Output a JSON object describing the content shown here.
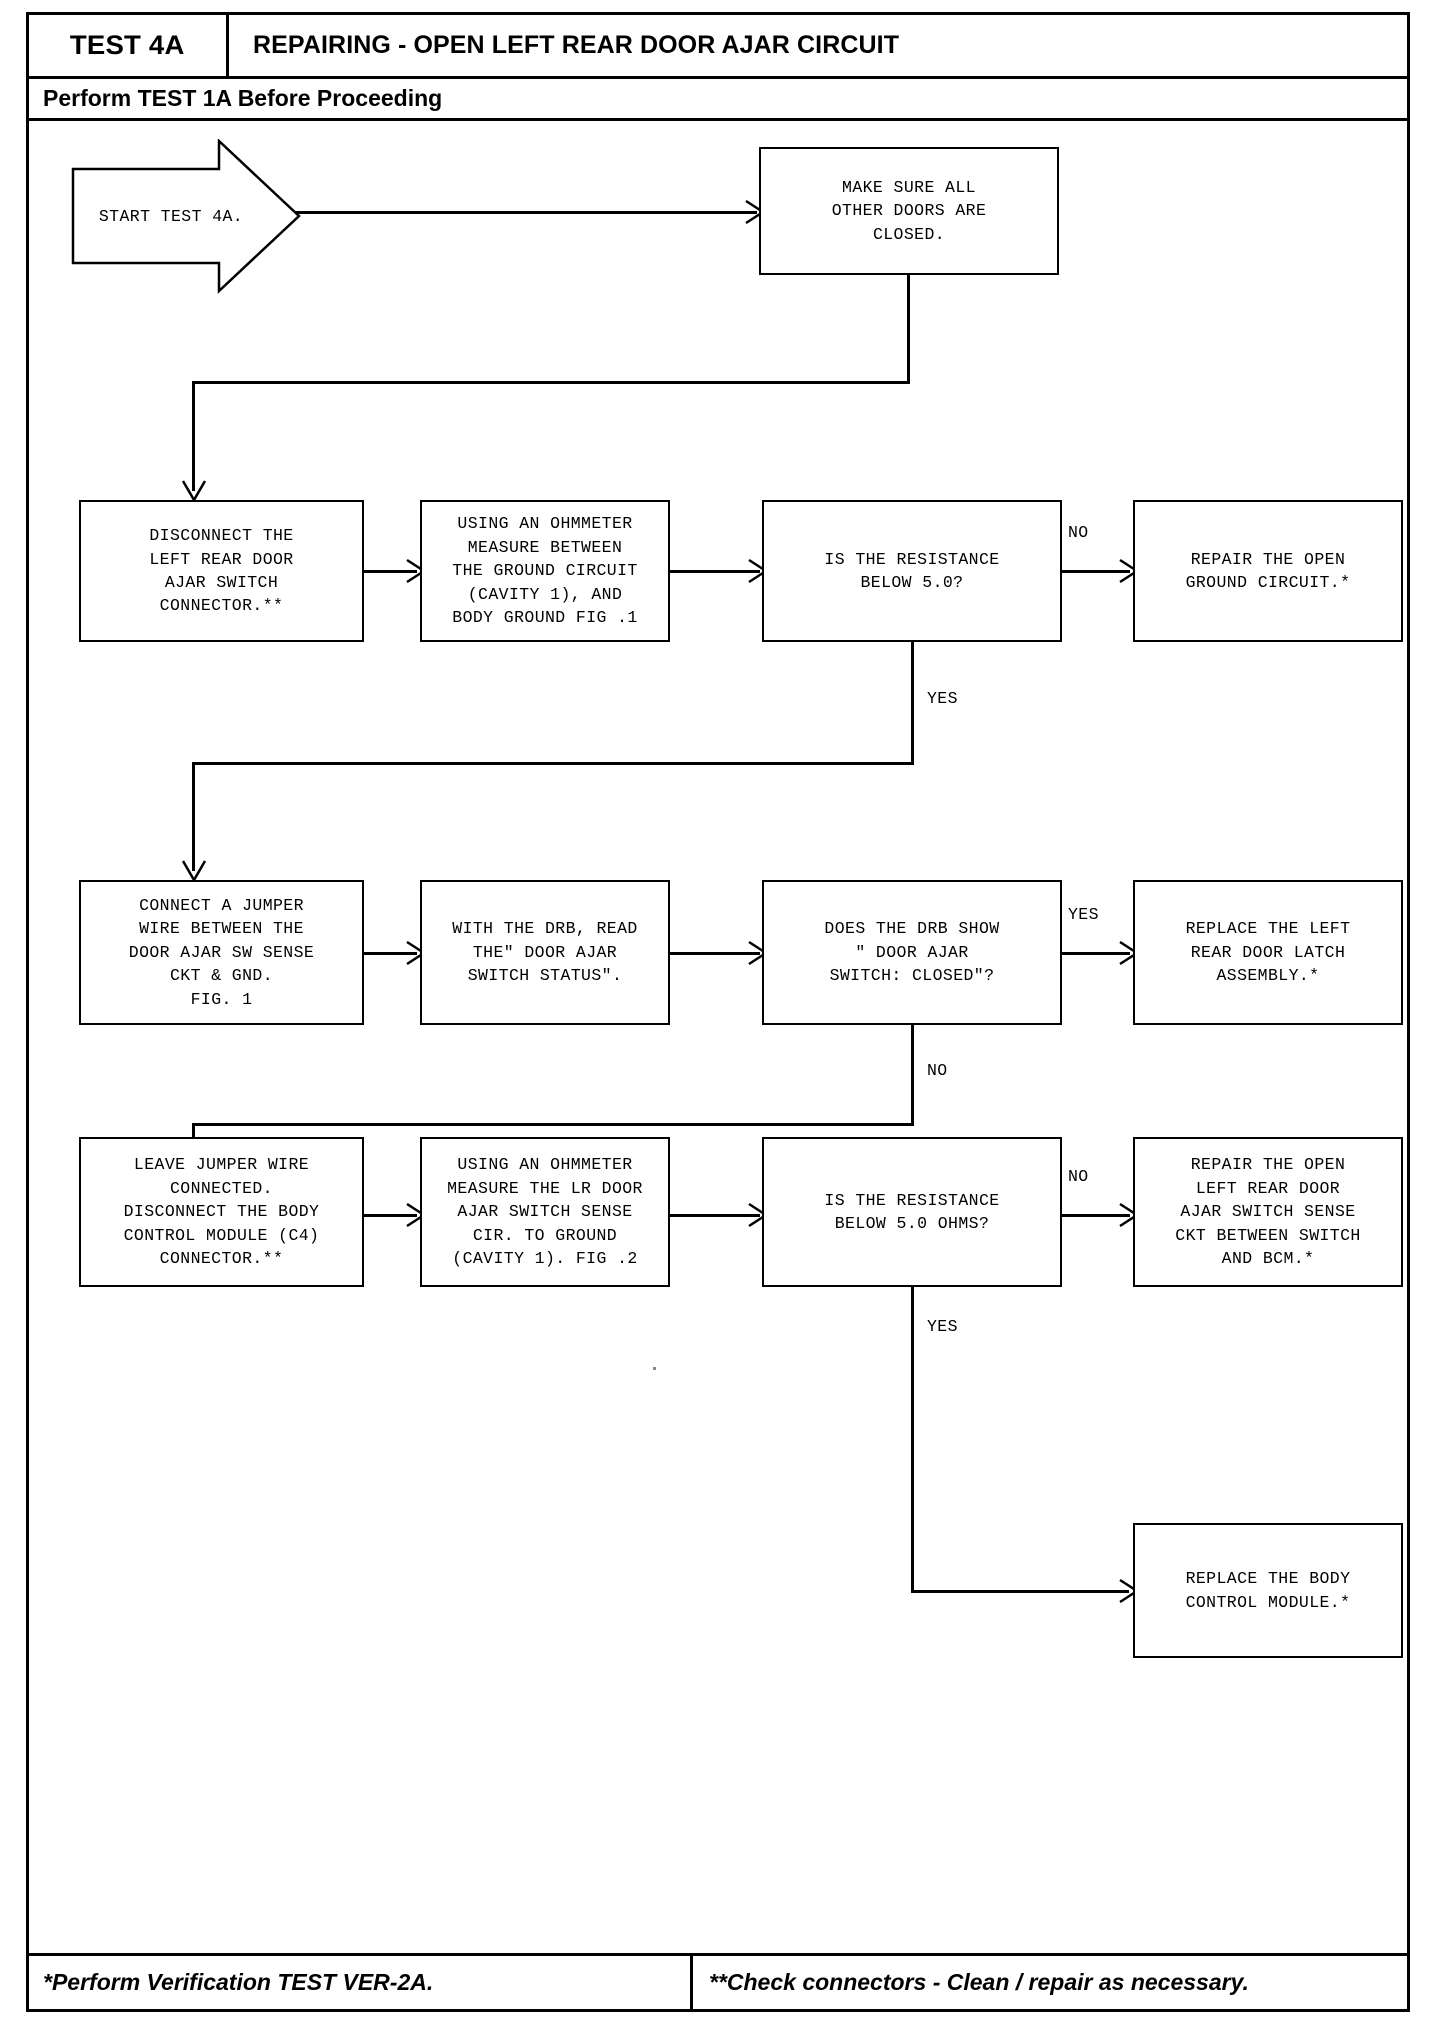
{
  "header": {
    "test_id": "TEST 4A",
    "title": "REPAIRING - OPEN LEFT REAR DOOR AJAR CIRCUIT",
    "subtitle": "Perform TEST 1A Before Proceeding"
  },
  "footer": {
    "left_note": "*Perform Verification TEST VER-2A.",
    "right_note": "**Check connectors - Clean / repair as necessary."
  },
  "flow": {
    "start": {
      "label": "START TEST 4A."
    },
    "nodes": {
      "make_sure_doors_closed": "MAKE SURE ALL\nOTHER DOORS ARE\nCLOSED.",
      "disconnect_switch_connector": "DISCONNECT THE\nLEFT REAR DOOR\nAJAR SWITCH\nCONNECTOR.**",
      "measure_ground_circuit": "USING AN OHMMETER\nMEASURE BETWEEN\nTHE GROUND CIRCUIT\n(CAVITY 1), AND\nBODY GROUND FIG .1",
      "resistance_below_5": "IS THE RESISTANCE\nBELOW 5.0?",
      "repair_open_ground": "REPAIR THE OPEN\nGROUND CIRCUIT.*",
      "connect_jumper_wire": "CONNECT A JUMPER\nWIRE BETWEEN THE\nDOOR AJAR SW SENSE\nCKT & GND.\nFIG. 1",
      "read_drb_switch_status": "WITH THE DRB, READ\nTHE\" DOOR AJAR\nSWITCH STATUS\".",
      "drb_shows_closed": "DOES THE DRB SHOW\n\" DOOR AJAR\nSWITCH: CLOSED\"?",
      "replace_door_latch": "REPLACE THE LEFT\nREAR DOOR LATCH\nASSEMBLY.*",
      "leave_jumper_disconnect_bcm": "LEAVE JUMPER WIRE\nCONNECTED.\nDISCONNECT THE BODY\nCONTROL MODULE (C4)\nCONNECTOR.**",
      "measure_lr_sense_to_ground": "USING AN OHMMETER\nMEASURE THE LR DOOR\nAJAR SWITCH SENSE\nCIR. TO GROUND\n(CAVITY 1). FIG .2",
      "resistance_below_5_ohms": "IS THE RESISTANCE\nBELOW 5.0 OHMS?",
      "repair_open_sense_ckt": "REPAIR THE OPEN\nLEFT REAR DOOR\nAJAR SWITCH SENSE\nCKT BETWEEN SWITCH\nAND BCM.*",
      "replace_bcm": "REPLACE THE BODY\nCONTROL MODULE.*"
    },
    "branch_labels": {
      "row2_no": "NO",
      "row2_yes": "YES",
      "row3_yes": "YES",
      "row3_no": "NO",
      "row4_no": "NO",
      "row4_yes": "YES"
    }
  }
}
